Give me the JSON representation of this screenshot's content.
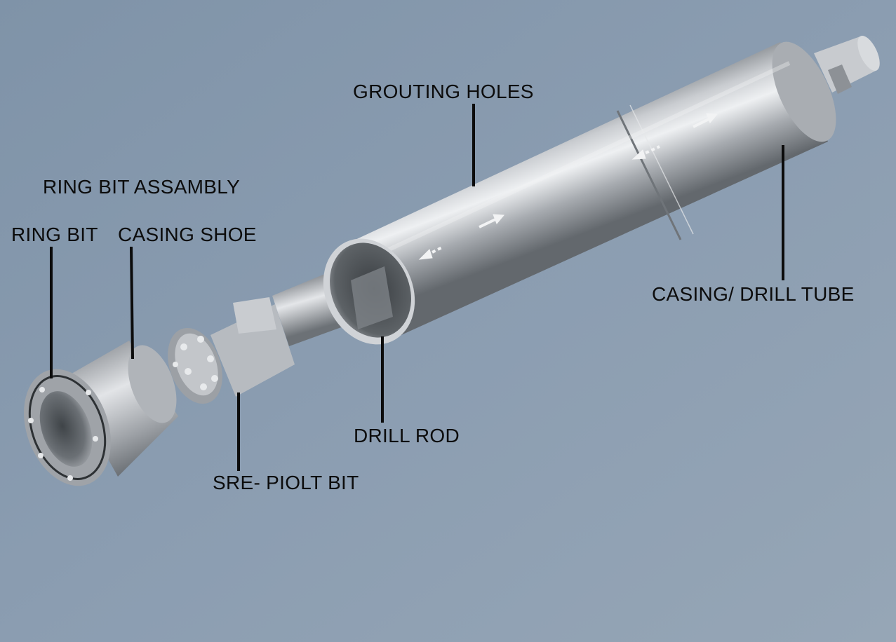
{
  "labels": {
    "grouting_holes": "GROUTING HOLES",
    "ring_bit_assembly": "RING BIT ASSAMBLY",
    "ring_bit": "RING BIT",
    "casing_shoe": "CASING SHOE",
    "casing_drill_tube": "CASING/ DRILL TUBE",
    "drill_rod": "DRILL ROD",
    "pilot_bit": "SRE- PIOLT BIT"
  },
  "colors": {
    "background": "#8a9cb0",
    "metal_light": "#d9dce0",
    "metal_mid": "#a9adb3",
    "metal_dark": "#5f6469",
    "leader_line": "#0c0c0c"
  }
}
